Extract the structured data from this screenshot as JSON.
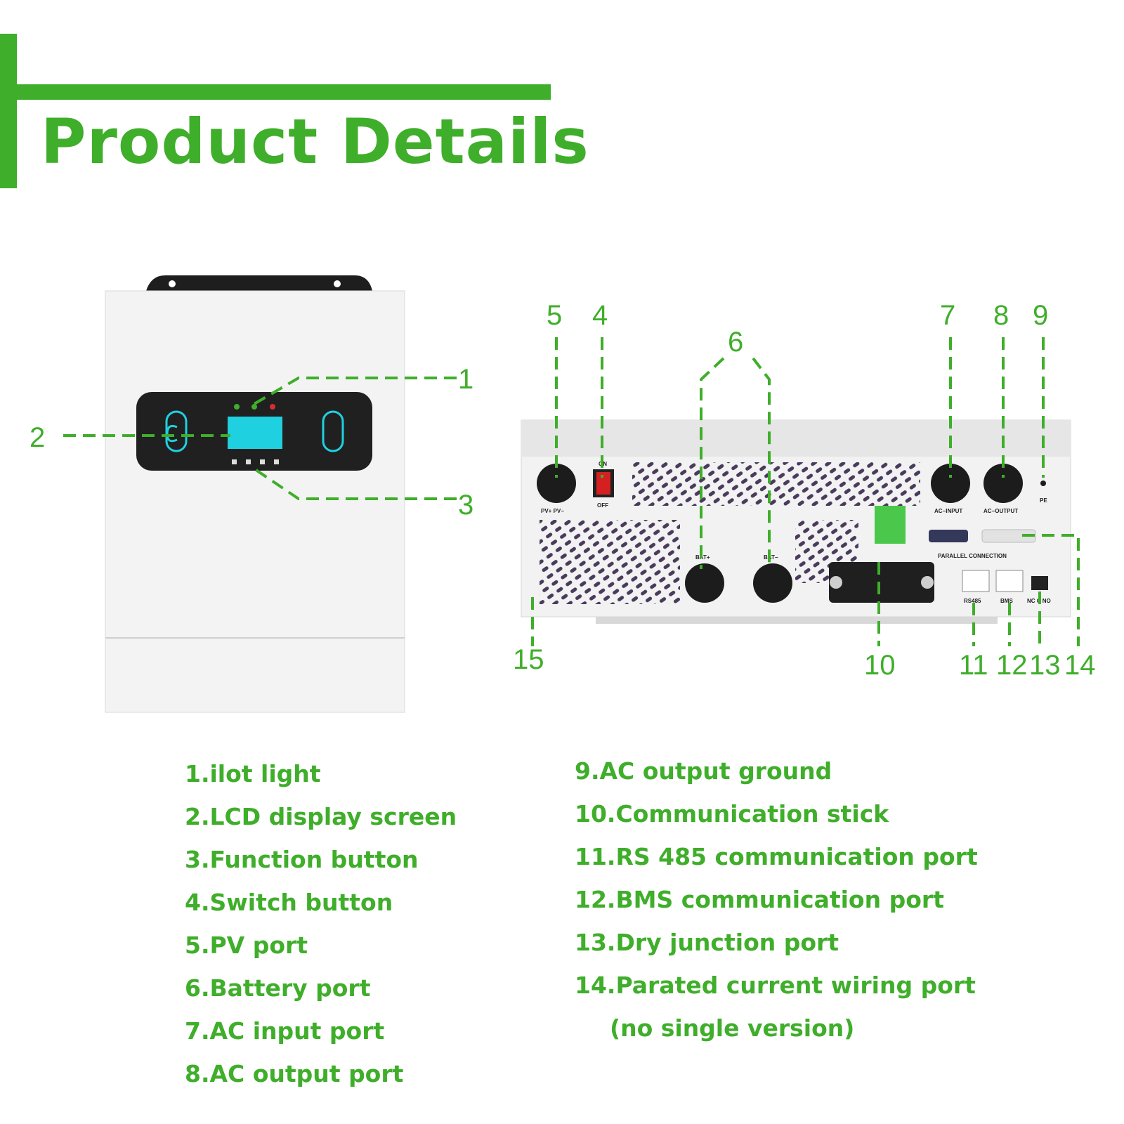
{
  "title": "Product Details",
  "callouts": [
    "1",
    "2",
    "3",
    "4",
    "5",
    "6",
    "7",
    "8",
    "9",
    "10",
    "11",
    "12",
    "13",
    "14",
    "15"
  ],
  "panel_labels": {
    "pv": "PV+  PV−",
    "on": "ON",
    "off": "OFF",
    "bat_plus": "BAT+",
    "bat_minus": "BAT−",
    "ac_input": "AC−INPUT",
    "ac_output": "AC−OUTPUT",
    "pe": "PE",
    "parallel": "PARALLEL  CONNECTION",
    "rs485": "RS485",
    "bms": "BMS",
    "ncno": "NC C NO"
  },
  "legend_left": [
    "1.ilot light",
    "2.LCD display screen",
    "3.Function button",
    "4.Switch button",
    "5.PV port",
    "6.Battery port",
    "7.AC input port",
    "8.AC output port"
  ],
  "legend_right": [
    "9.AC output ground",
    "10.Communication stick",
    "11.RS 485 communication port",
    "12.BMS communication port",
    "13.Dry junction port",
    "14.Parated current wiring port",
    "(no single version)"
  ],
  "colors": {
    "accent": "#3fae2a",
    "lcd": "#1fd0e0"
  }
}
